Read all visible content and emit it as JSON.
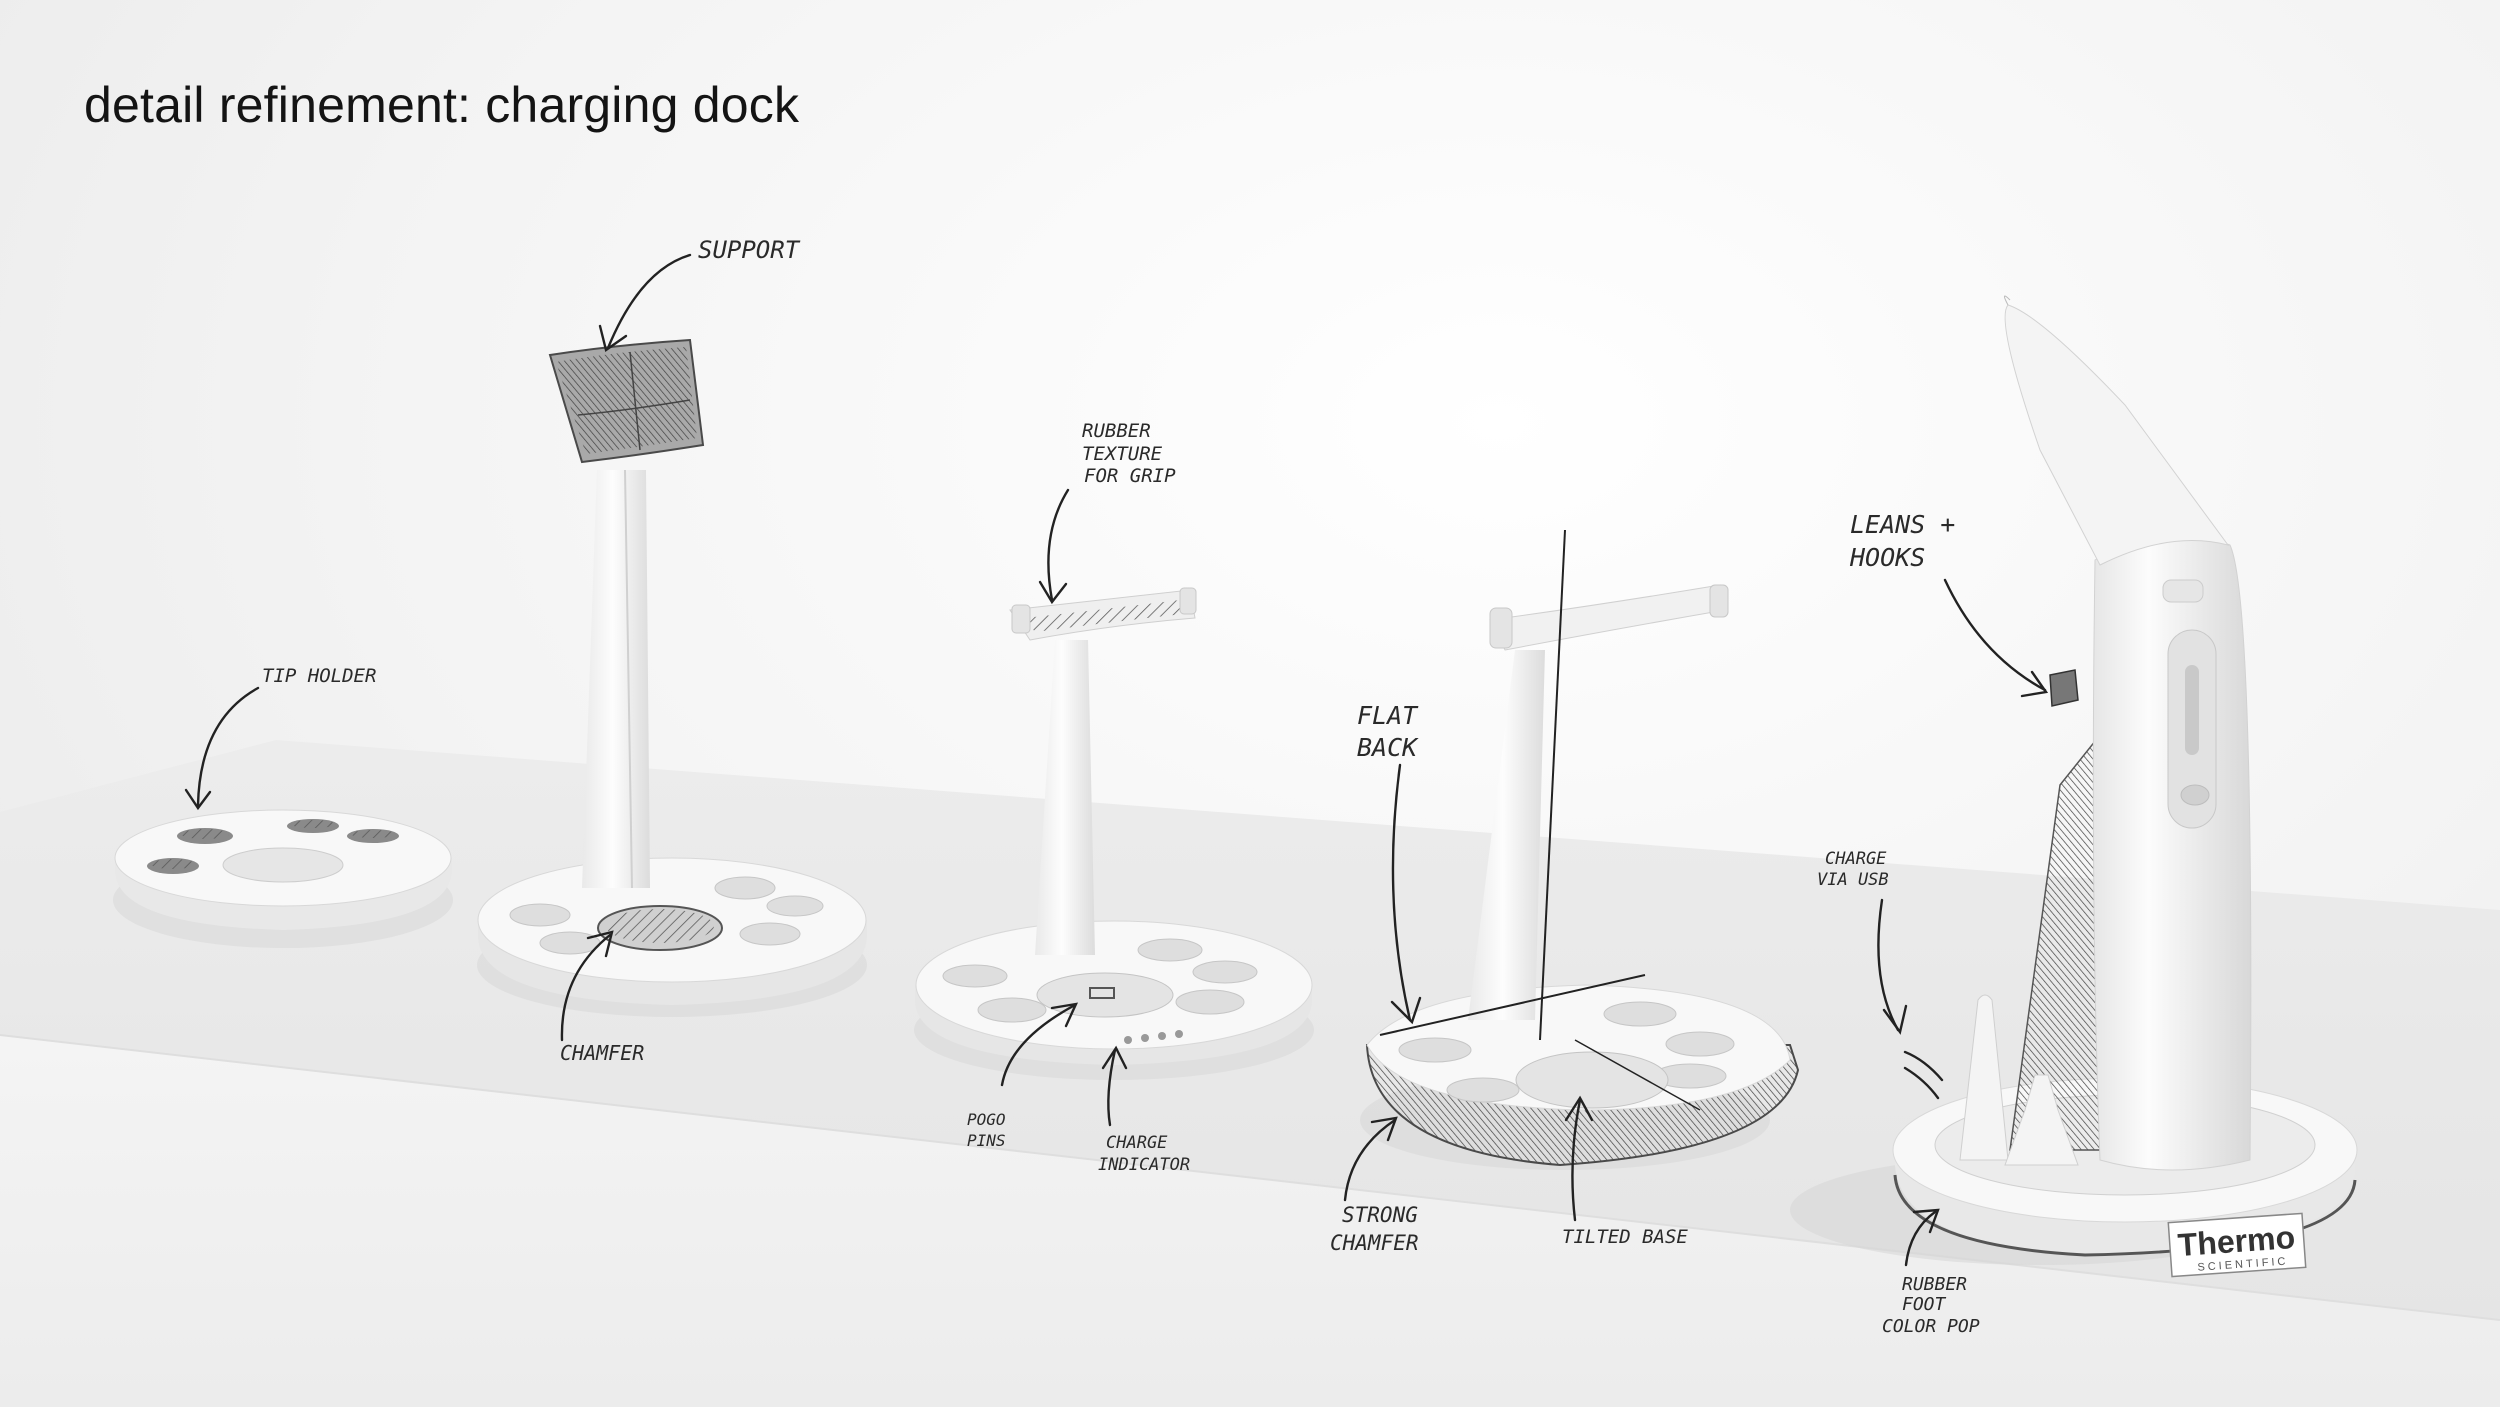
{
  "page": {
    "title": "detail refinement: charging dock"
  },
  "annotations": {
    "tip_holder": "TIP HOLDER",
    "support": "SUPPORT",
    "chamfer": "CHAMFER",
    "rubber_texture_1": "RUBBER",
    "rubber_texture_2": "TEXTURE",
    "rubber_texture_3": "FOR GRIP",
    "pogo_pins_1": "POGO",
    "pogo_pins_2": "PINS",
    "charge_indicator_1": "CHARGE",
    "charge_indicator_2": "INDICATOR",
    "flat_back_1": "FLAT",
    "flat_back_2": "BACK",
    "strong_chamfer_1": "STRONG",
    "strong_chamfer_2": "CHAMFER",
    "tilted_base": "TILTED BASE",
    "leans_hooks_1": "LEANS +",
    "leans_hooks_2": "HOOKS",
    "charge_usb_1": "CHARGE",
    "charge_usb_2": "VIA USB",
    "rubber_foot_1": "RUBBER",
    "rubber_foot_2": "FOOT",
    "rubber_foot_3": "COLOR POP"
  },
  "brand": {
    "logo_main": "Thermo",
    "logo_sub": "SCIENTIFIC"
  },
  "colors": {
    "ink": "#2a2a2a",
    "product_white": "#f6f6f6",
    "shadow_gray": "#cfcfcf"
  }
}
